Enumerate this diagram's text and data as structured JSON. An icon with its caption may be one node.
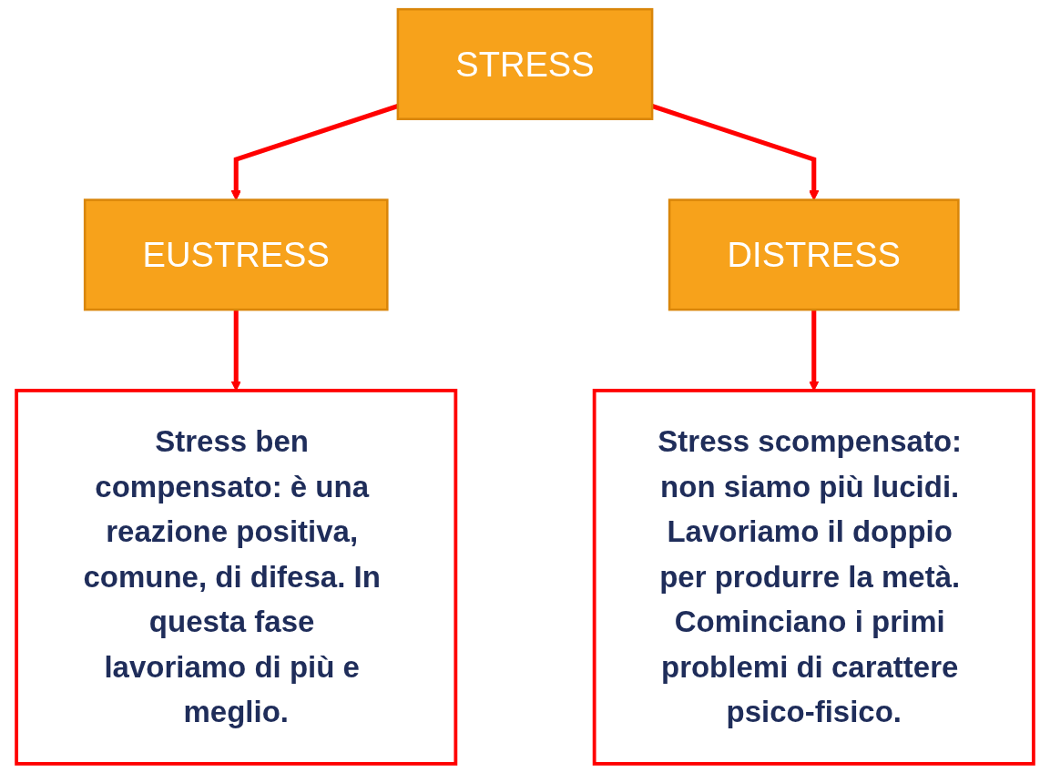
{
  "diagram": {
    "nodes": [
      {
        "text": [
          "STRESS"
        ]
      },
      {
        "text": [
          "EUSTRESS"
        ]
      },
      {
        "text": [
          "DISTRESS"
        ]
      },
      {
        "text": [
          "Stress ben compensato: è una reazione positiva, comune, di difesa. In questa fase lavoriamo di più e meglio."
        ]
      },
      {
        "text": [
          "Stress scompensato: non siamo più lucidi. Lavoriamo il doppio per produrre la metà. Cominciano i primi problemi di carattere psico-fisico."
        ]
      }
    ],
    "edges": [
      {
        "from": 0,
        "to": 1,
        "arrow": "to"
      },
      {
        "from": 0,
        "to": 2,
        "arrow": "to"
      },
      {
        "from": 1,
        "to": 3,
        "arrow": "to"
      },
      {
        "from": 2,
        "to": 4,
        "arrow": "to"
      }
    ]
  }
}
